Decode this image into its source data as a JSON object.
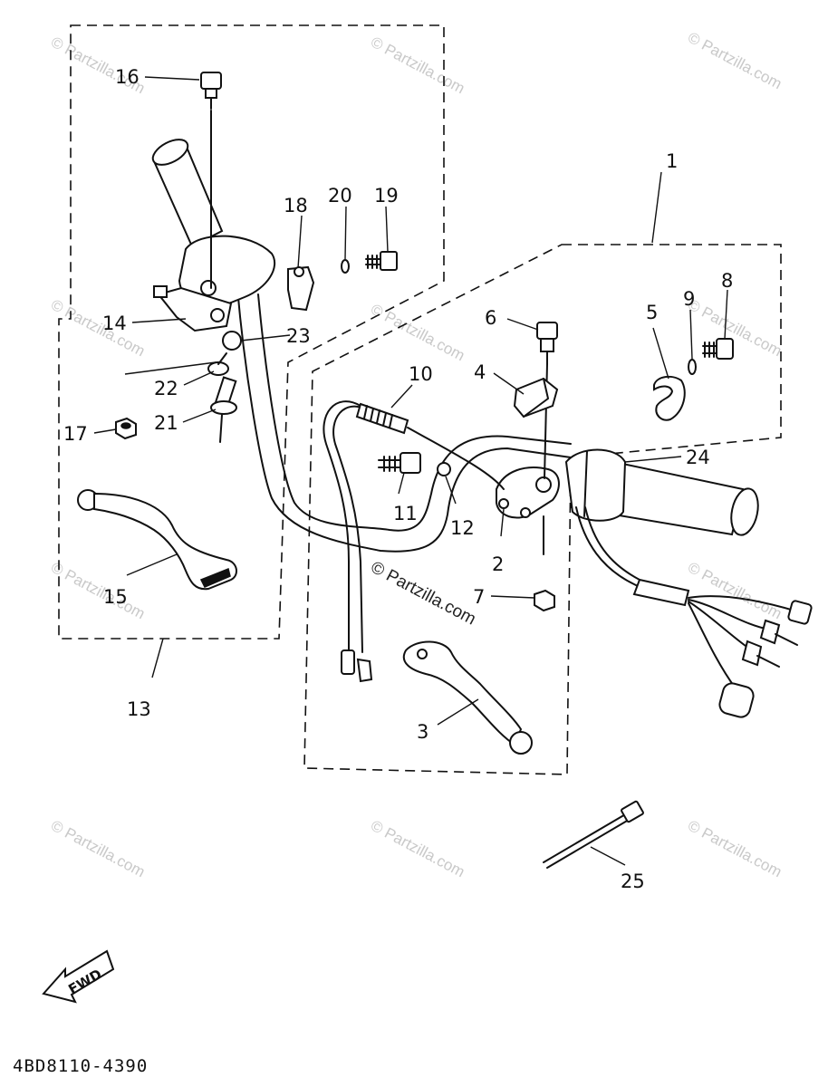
{
  "callouts": {
    "c1": "1",
    "c2": "2",
    "c3": "3",
    "c4": "4",
    "c5": "5",
    "c6": "6",
    "c7": "7",
    "c8": "8",
    "c9": "9",
    "c10": "10",
    "c11": "11",
    "c12": "12",
    "c13": "13",
    "c14": "14",
    "c15": "15",
    "c16": "16",
    "c17": "17",
    "c18": "18",
    "c19": "19",
    "c20": "20",
    "c21": "21",
    "c22": "22",
    "c23": "23",
    "c24": "24",
    "c25": "25"
  },
  "direction_label": "FWD",
  "diagram_code": "4BD8110-4390",
  "watermark": "© Partzilla.com"
}
